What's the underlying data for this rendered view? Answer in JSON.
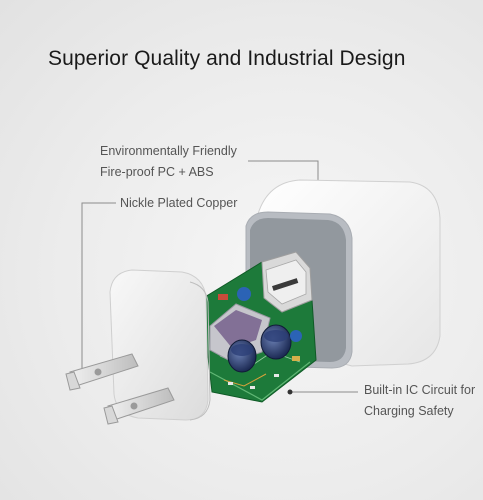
{
  "headline": "Superior Quality and Industrial Design",
  "callouts": {
    "environment": {
      "line1": "Environmentally Friendly",
      "line2": "Fire-proof PC + ABS"
    },
    "copper": "Nickle Plated Copper",
    "circuit": {
      "line1": "Built-in IC Circuit for",
      "line2": "Charging Safety"
    }
  },
  "colors": {
    "background": "#ececec",
    "shell": "#f7f7f7",
    "shell_rim": "#c9cdd2",
    "pcb": "#1f7a3a",
    "capacitor": "#1d3a7a",
    "usb_port": "#c9c9c9",
    "pins": "#e8e8e8"
  }
}
